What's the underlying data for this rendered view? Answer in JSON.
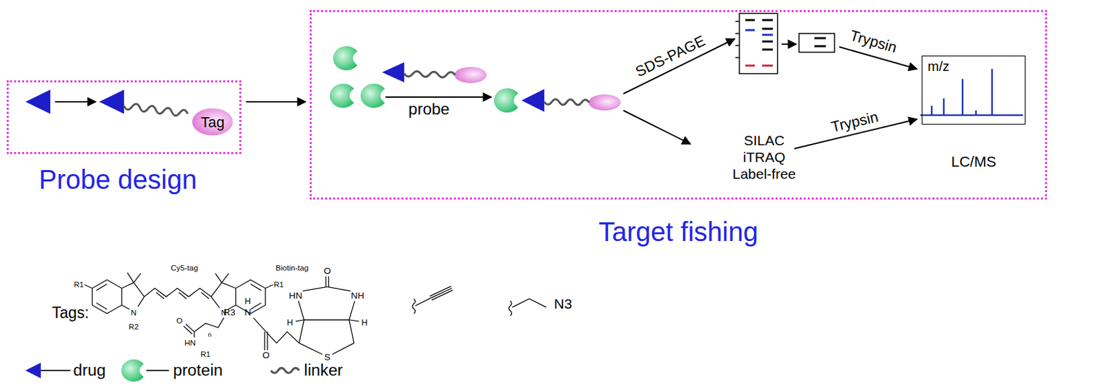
{
  "diagram": {
    "nodes": [
      {
        "text": [
          "Probe design"
        ]
      },
      {
        "text": [
          "Tag"
        ],
        "in": 0
      },
      {
        "text": [
          "Target fishing"
        ]
      },
      {
        "text": [
          "m/z",
          "LC/MS"
        ],
        "in": 2
      }
    ],
    "edges": [
      {
        "from": 0,
        "to": 2,
        "arrow": "to"
      }
    ],
    "labels": [
      "probe",
      "SDS-PAGE",
      "Trypsin",
      "SILAC",
      "iTRAQ",
      "Label-free",
      "Trypsin",
      "Tags:",
      "Cy5-tag",
      "R1",
      "N",
      "R2",
      "N",
      "R1",
      "n",
      "O",
      "HN",
      "R1",
      "Biotin-tag",
      "O",
      "HN",
      "NH",
      "H",
      "H",
      "S",
      "H",
      "N",
      "R3",
      "O",
      "N3"
    ],
    "legend": [
      {
        "text": "drug"
      },
      {
        "text": "protein"
      },
      {
        "text": "linker"
      }
    ]
  }
}
